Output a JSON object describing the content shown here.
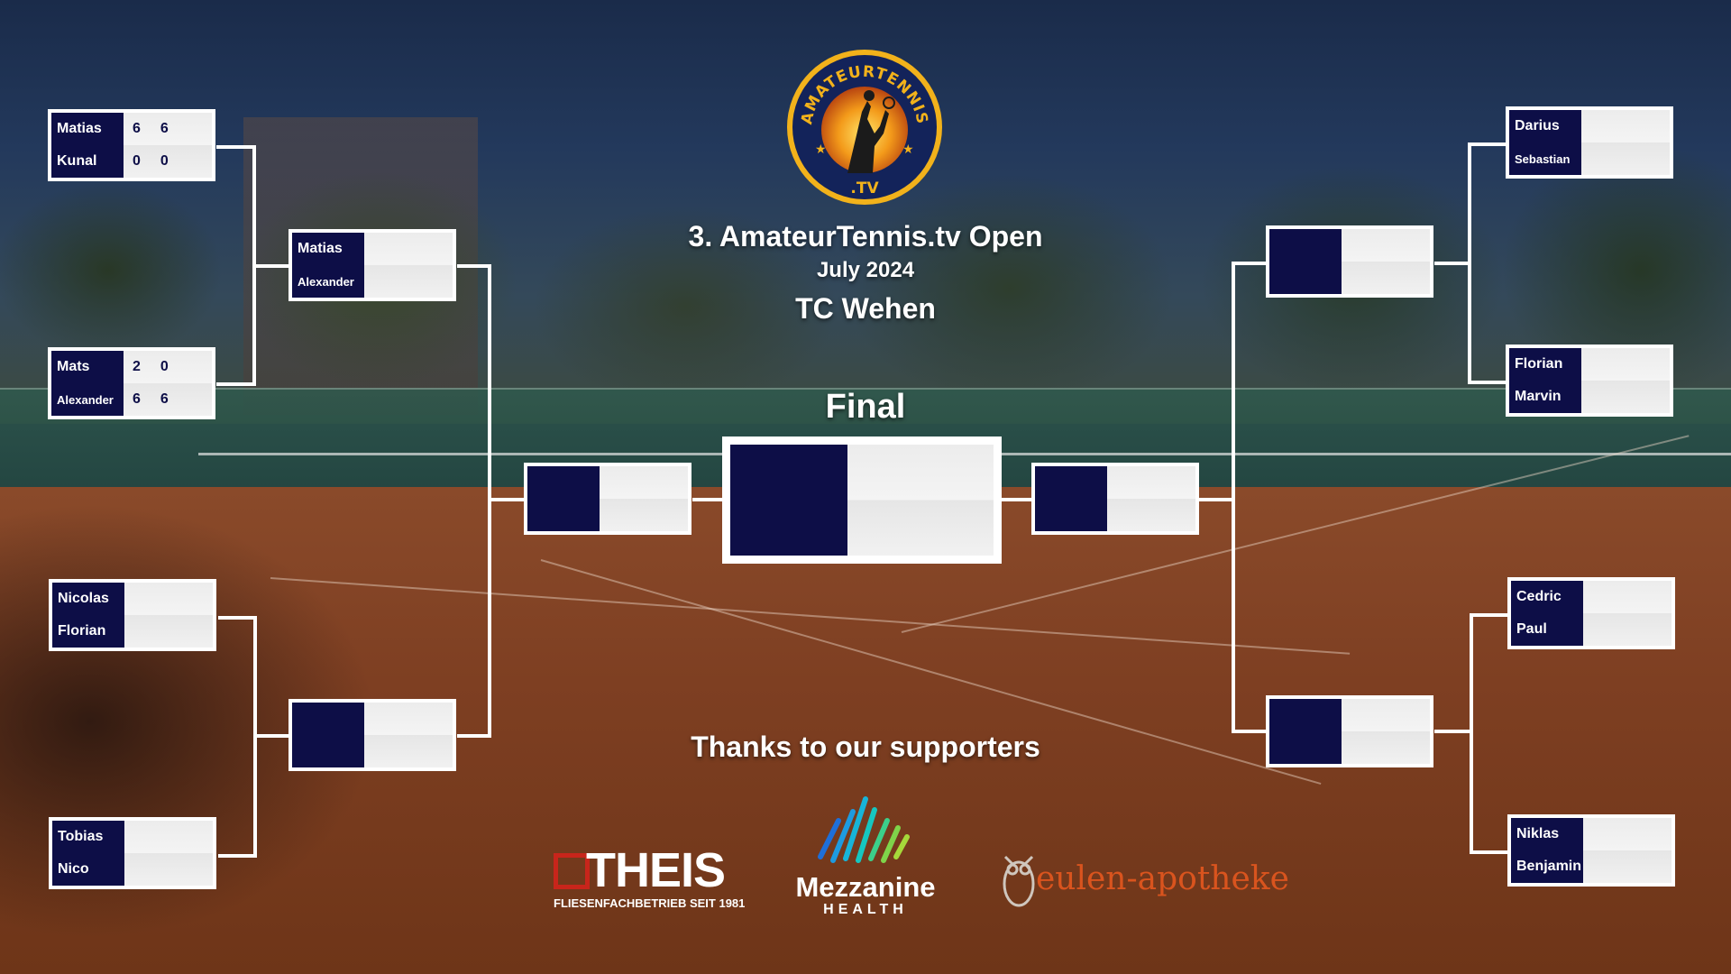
{
  "event": {
    "title": "3. AmateurTennis.tv Open",
    "date": "July 2024",
    "venue": "TC Wehen",
    "logo_text": "AMATEURTENNIS",
    "logo_sub": ".TV"
  },
  "final_label": "Final",
  "supporters_label": "Thanks to our supporters",
  "sponsors": {
    "theis": {
      "name": "THEIS",
      "tagline": "FLIESENFACHBETRIEB SEIT 1981"
    },
    "mezzanine": {
      "name": "Mezzanine",
      "tagline": "HEALTH"
    },
    "eulen": {
      "name": "eulen-apotheke"
    }
  },
  "left_r1": [
    {
      "p1": "Matias",
      "p2": "Kunal",
      "s1": [
        "6",
        "6"
      ],
      "s2": [
        "0",
        "0"
      ]
    },
    {
      "p1": "Mats",
      "p2": "Alexander",
      "s1": [
        "2",
        "0"
      ],
      "s2": [
        "6",
        "6"
      ]
    },
    {
      "p1": "Nicolas",
      "p2": "Florian",
      "s1": [
        "",
        ""
      ],
      "s2": [
        "",
        ""
      ]
    },
    {
      "p1": "Tobias",
      "p2": "Nico",
      "s1": [
        "",
        ""
      ],
      "s2": [
        "",
        ""
      ]
    }
  ],
  "left_r2": [
    {
      "p1": "Matias",
      "p2": "Alexander"
    },
    {
      "p1": "",
      "p2": ""
    }
  ],
  "right_r1": [
    {
      "p1": "Darius",
      "p2": "Sebastian"
    },
    {
      "p1": "Florian",
      "p2": "Marvin"
    },
    {
      "p1": "Cedric",
      "p2": "Paul"
    },
    {
      "p1": "Niklas",
      "p2": "Benjamin"
    }
  ],
  "right_r2": [
    {
      "p1": "",
      "p2": ""
    },
    {
      "p1": "",
      "p2": ""
    }
  ],
  "colors": {
    "navy": "#0d0e47",
    "white": "#ffffff",
    "gold": "#f2b21b"
  }
}
